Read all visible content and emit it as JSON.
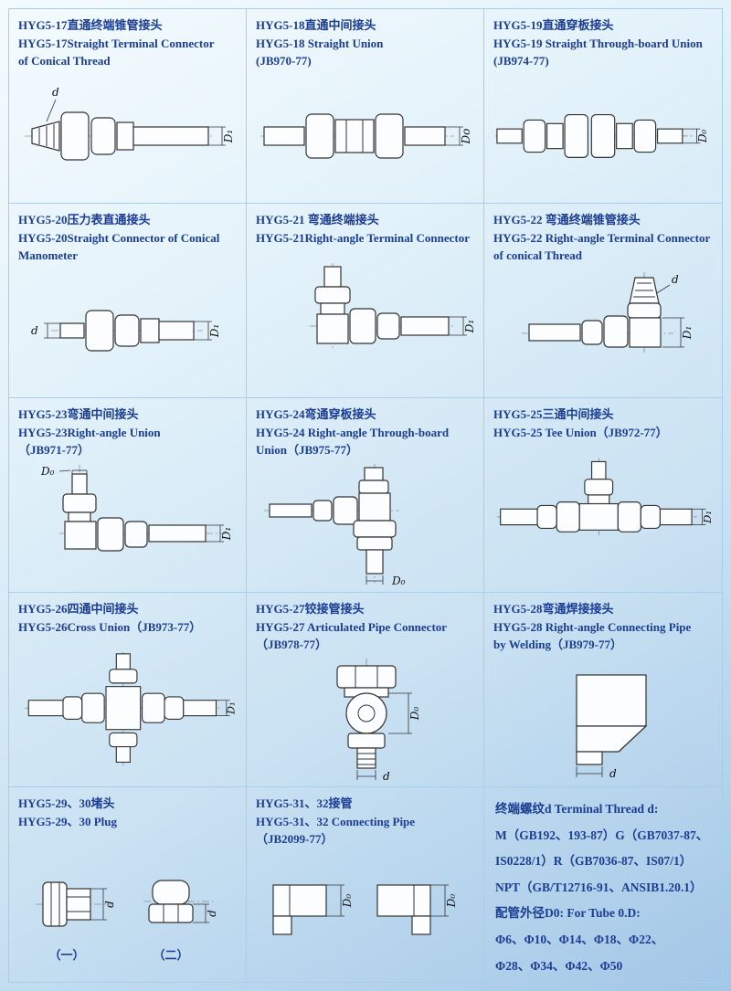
{
  "cells": [
    {
      "id": "hyg5-17",
      "lines": [
        "HYG5-17直通终端锥管接头",
        "HYG5-17Straight Terminal Connector",
        "of  Conical Thread"
      ],
      "dims": [
        "d",
        "D₁"
      ]
    },
    {
      "id": "hyg5-18",
      "lines": [
        "HYG5-18直通中间接头",
        "HYG5-18 Straight Union",
        "(JB970-77)"
      ],
      "dims": [
        "Do"
      ]
    },
    {
      "id": "hyg5-19",
      "lines": [
        "HYG5-19直通穿板接头",
        "HYG5-19 Straight Through-board Union",
        "(JB974-77)"
      ],
      "dims": [
        "D₀"
      ]
    },
    {
      "id": "hyg5-20",
      "lines": [
        "HYG5-20压力表直通接头",
        "HYG5-20Straight Connector of Conical",
        "Manometer"
      ],
      "dims": [
        "d",
        "D₁"
      ]
    },
    {
      "id": "hyg5-21",
      "lines": [
        "HYG5-21 弯通终端接头",
        "HYG5-21Right-angle Terminal Connector"
      ],
      "dims": [
        "D₁"
      ]
    },
    {
      "id": "hyg5-22",
      "lines": [
        "HYG5-22 弯通终端锥管接头",
        "HYG5-22 Right-angle Terminal Connector",
        "of conical Thread"
      ],
      "dims": [
        "d",
        "D₁"
      ]
    },
    {
      "id": "hyg5-23",
      "lines": [
        "HYG5-23弯通中间接头",
        "HYG5-23Right-angle Union",
        "（JB971-77）"
      ],
      "dims": [
        "D₀",
        "D₁"
      ]
    },
    {
      "id": "hyg5-24",
      "lines": [
        "HYG5-24弯通穿板接头",
        "HYG5-24 Right-angle Through-board",
        "Union（JB975-77）"
      ],
      "dims": [
        "D₀"
      ]
    },
    {
      "id": "hyg5-25",
      "lines": [
        "HYG5-25三通中间接头",
        "HYG5-25 Tee Union（JB972-77）"
      ],
      "dims": [
        "D₁"
      ]
    },
    {
      "id": "hyg5-26",
      "lines": [
        "HYG5-26四通中间接头",
        "HYG5-26Cross Union（JB973-77）"
      ],
      "dims": [
        "D₁"
      ]
    },
    {
      "id": "hyg5-27",
      "lines": [
        "HYG5-27铰接管接头",
        "HYG5-27 Articulated Pipe Connector",
        "（JB978-77）"
      ],
      "dims": [
        "D₀",
        "d"
      ]
    },
    {
      "id": "hyg5-28",
      "lines": [
        "HYG5-28弯通焊接接头",
        "HYG5-28 Right-angle Connecting Pipe",
        "by Welding（JB979-77）"
      ],
      "dims": [
        "d"
      ]
    },
    {
      "id": "hyg5-29-30",
      "lines": [
        "HYG5-29、30堵头",
        "HYG5-29、30 Plug"
      ],
      "dims": [
        "d",
        "d"
      ],
      "captions": [
        "（一）",
        "（二）"
      ]
    },
    {
      "id": "hyg5-31-32",
      "lines": [
        "HYG5-31、32接管",
        "HYG5-31、32 Connecting Pipe",
        "（JB2099-77）"
      ],
      "dims": [
        "D₀",
        "D₀"
      ]
    },
    {
      "id": "thread-info",
      "lines": [
        "终端螺纹d Terminal Thread d:",
        "M（GB192、193-87）G（GB7037-87、",
        "IS0228/1）R（GB7036-87、IS07/1）",
        "NPT（GB/T12716-91、ANSIB1.20.1）",
        "配管外径D0: For Tube 0.D:",
        "Φ6、Φ10、Φ14、Φ18、Φ22、",
        "Φ28、Φ34、Φ42、Φ50"
      ]
    }
  ]
}
